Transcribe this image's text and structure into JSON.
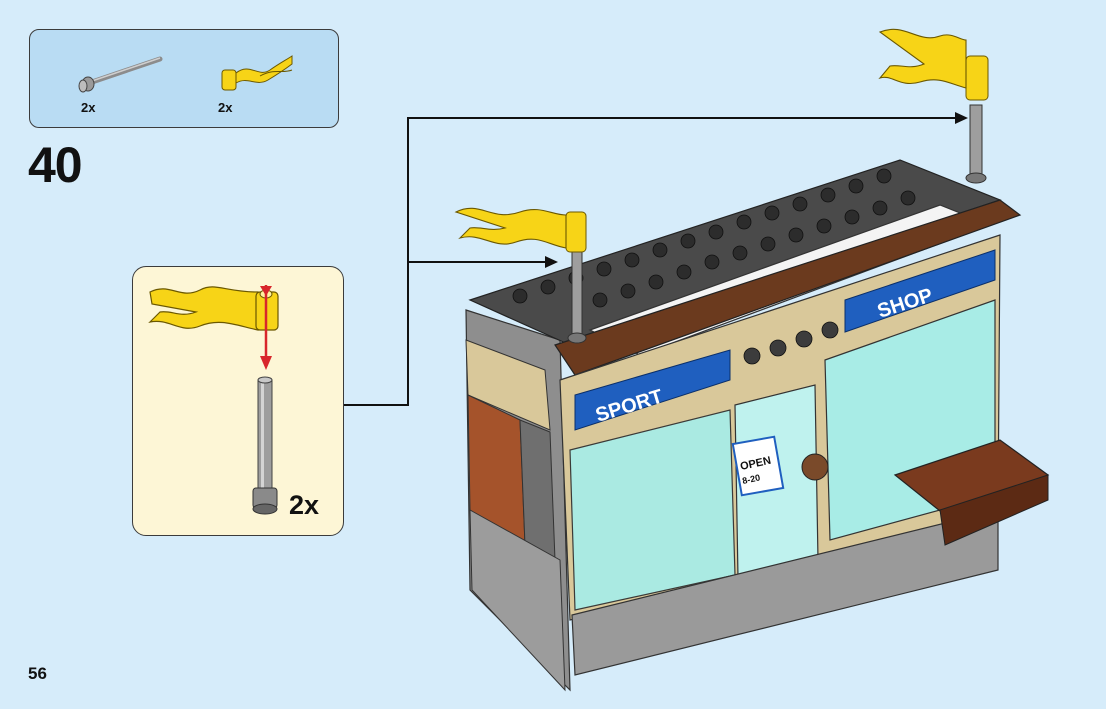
{
  "step": {
    "number": "40"
  },
  "parts_list": [
    {
      "name": "antenna-pole",
      "quantity": "2x"
    },
    {
      "name": "yellow-flag",
      "quantity": "2x"
    }
  ],
  "sub_assembly": {
    "quantity": "2x"
  },
  "model": {
    "sign_left": "SPORT",
    "sign_right": "SHOP",
    "door_sign_line1": "OPEN",
    "door_sign_line2": "8-20"
  },
  "colors": {
    "background": "#d6ecfa",
    "parts_panel": "#b9dcf3",
    "subassembly_panel": "#fdf6d6",
    "flag": "#f7d417",
    "sign_blue": "#1f5fbf",
    "arrow_red": "#d8262b"
  },
  "page": {
    "number": "56"
  }
}
